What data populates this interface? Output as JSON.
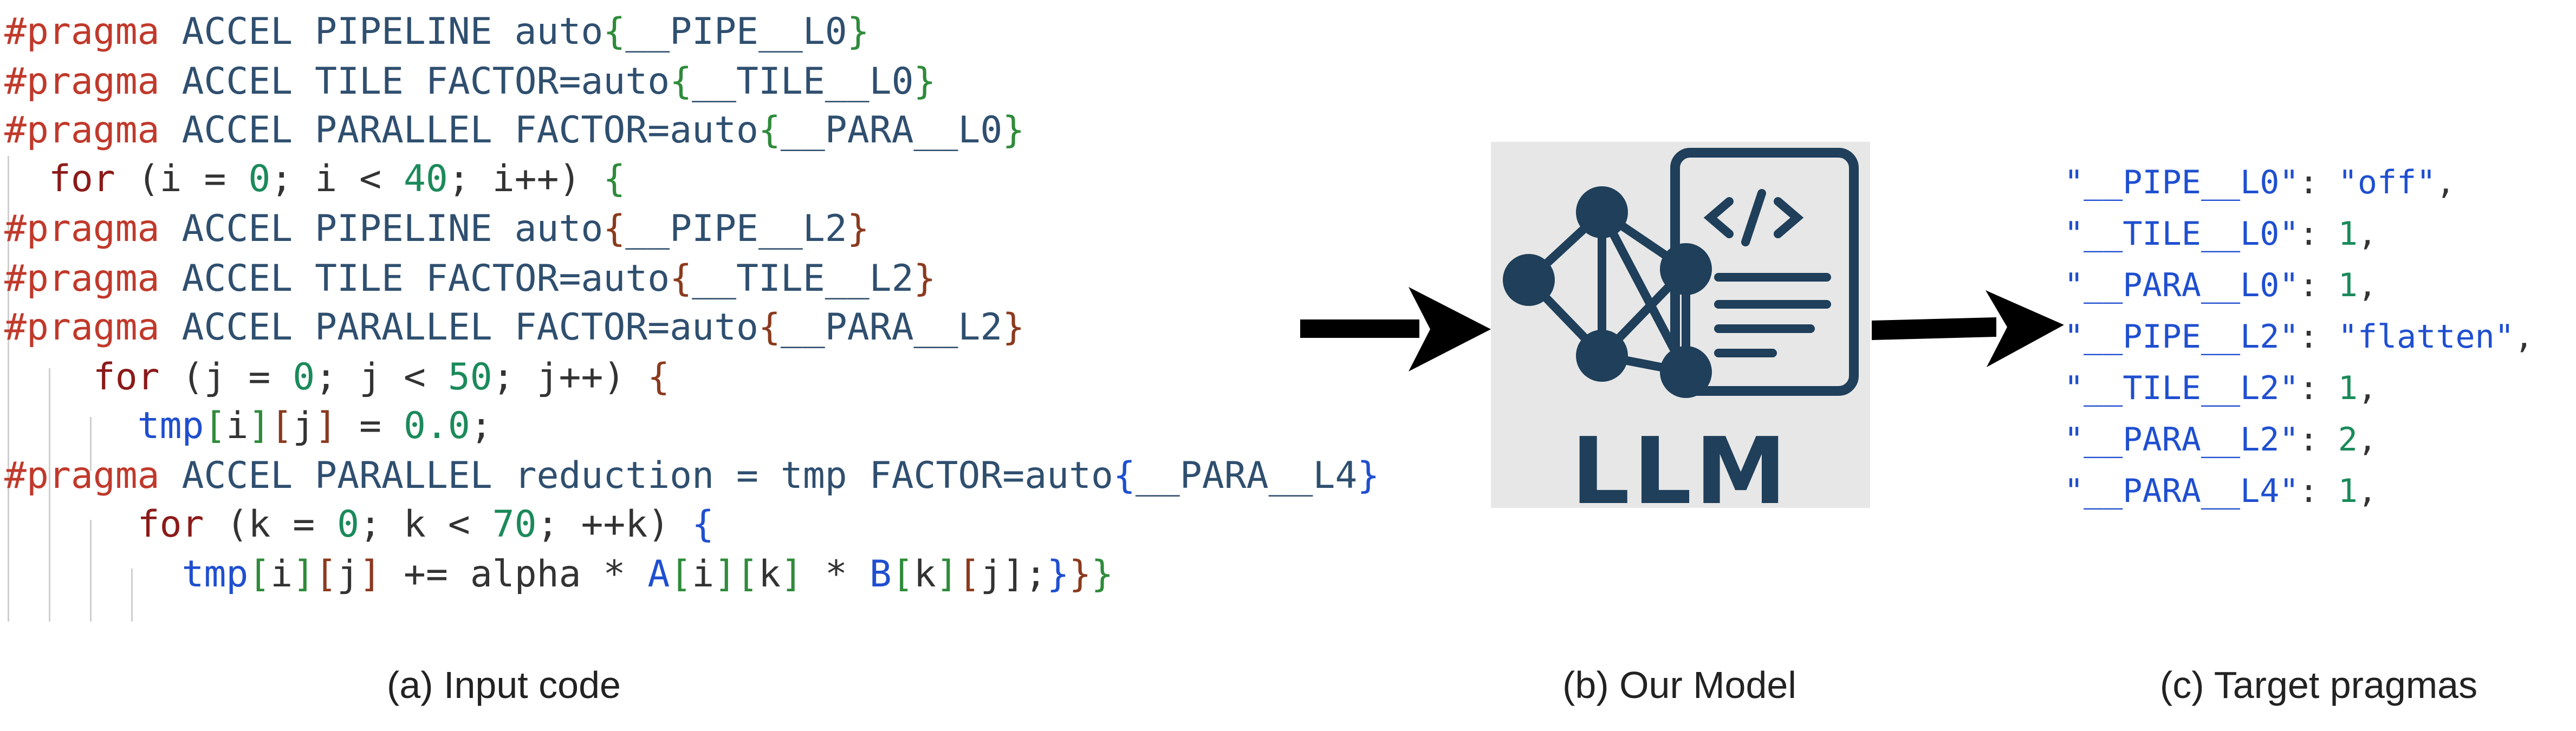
{
  "input_code": {
    "lines": [
      {
        "segments": [
          [
            "#pragma",
            "pragma"
          ],
          [
            " ACCEL PIPELINE auto",
            "text"
          ],
          [
            "{",
            "green"
          ],
          [
            "__PIPE__L0",
            "text"
          ],
          [
            "}",
            "green"
          ]
        ]
      },
      {
        "segments": [
          [
            "#pragma",
            "pragma"
          ],
          [
            " ACCEL TILE FACTOR=auto",
            "text"
          ],
          [
            "{",
            "green"
          ],
          [
            "__TILE__L0",
            "text"
          ],
          [
            "}",
            "green"
          ]
        ]
      },
      {
        "segments": [
          [
            "#pragma",
            "pragma"
          ],
          [
            " ACCEL PARALLEL FACTOR=auto",
            "text"
          ],
          [
            "{",
            "green"
          ],
          [
            "__PARA__L0",
            "text"
          ],
          [
            "}",
            "green"
          ]
        ]
      },
      {
        "segments": [
          [
            "  ",
            "black"
          ],
          [
            "for",
            "for"
          ],
          [
            " (i = ",
            "black"
          ],
          [
            "0",
            "num"
          ],
          [
            "; i < ",
            "black"
          ],
          [
            "40",
            "num"
          ],
          [
            "; i++) ",
            "black"
          ],
          [
            "{",
            "green"
          ]
        ]
      },
      {
        "segments": [
          [
            "#pragma",
            "pragma"
          ],
          [
            " ACCEL PIPELINE auto",
            "text"
          ],
          [
            "{",
            "brown"
          ],
          [
            "__PIPE__L2",
            "text"
          ],
          [
            "}",
            "brown"
          ]
        ]
      },
      {
        "segments": [
          [
            "#pragma",
            "pragma"
          ],
          [
            " ACCEL TILE FACTOR=auto",
            "text"
          ],
          [
            "{",
            "brown"
          ],
          [
            "__TILE__L2",
            "text"
          ],
          [
            "}",
            "brown"
          ]
        ]
      },
      {
        "segments": [
          [
            "#pragma",
            "pragma"
          ],
          [
            " ACCEL PARALLEL FACTOR=auto",
            "text"
          ],
          [
            "{",
            "brown"
          ],
          [
            "__PARA__L2",
            "text"
          ],
          [
            "}",
            "brown"
          ]
        ]
      },
      {
        "segments": [
          [
            "    ",
            "black"
          ],
          [
            "for",
            "for"
          ],
          [
            " (j = ",
            "black"
          ],
          [
            "0",
            "num"
          ],
          [
            "; j < ",
            "black"
          ],
          [
            "50",
            "num"
          ],
          [
            "; j++) ",
            "black"
          ],
          [
            "{",
            "brown"
          ]
        ]
      },
      {
        "segments": [
          [
            "      ",
            "black"
          ],
          [
            "tmp",
            "blue"
          ],
          [
            "[",
            "green"
          ],
          [
            "i",
            "black"
          ],
          [
            "]",
            "green"
          ],
          [
            "[",
            "brown"
          ],
          [
            "j",
            "black"
          ],
          [
            "]",
            "brown"
          ],
          [
            " = ",
            "black"
          ],
          [
            "0.0",
            "num"
          ],
          [
            ";",
            "black"
          ]
        ]
      },
      {
        "segments": [
          [
            "#pragma",
            "pragma"
          ],
          [
            " ACCEL PARALLEL reduction = tmp FACTOR=auto",
            "text"
          ],
          [
            "{",
            "blue"
          ],
          [
            "__PARA__L4",
            "text"
          ],
          [
            "}",
            "blue"
          ]
        ]
      },
      {
        "segments": [
          [
            "      ",
            "black"
          ],
          [
            "for",
            "for"
          ],
          [
            " (k = ",
            "black"
          ],
          [
            "0",
            "num"
          ],
          [
            "; k < ",
            "black"
          ],
          [
            "70",
            "num"
          ],
          [
            "; ++k) ",
            "black"
          ],
          [
            "{",
            "blue"
          ]
        ]
      },
      {
        "segments": [
          [
            "        ",
            "black"
          ],
          [
            "tmp",
            "blue"
          ],
          [
            "[",
            "green"
          ],
          [
            "i",
            "black"
          ],
          [
            "]",
            "green"
          ],
          [
            "[",
            "brown"
          ],
          [
            "j",
            "black"
          ],
          [
            "]",
            "brown"
          ],
          [
            " += alpha * ",
            "black"
          ],
          [
            "A",
            "blue"
          ],
          [
            "[",
            "green"
          ],
          [
            "i",
            "black"
          ],
          [
            "]",
            "green"
          ],
          [
            "[",
            "green"
          ],
          [
            "k",
            "black"
          ],
          [
            "]",
            "green"
          ],
          [
            " * ",
            "black"
          ],
          [
            "B",
            "blue"
          ],
          [
            "[",
            "green"
          ],
          [
            "k",
            "black"
          ],
          [
            "]",
            "green"
          ],
          [
            "[",
            "brown"
          ],
          [
            "j",
            "black"
          ],
          [
            "];",
            "black"
          ],
          [
            "}",
            "blue"
          ],
          [
            "}",
            "brown"
          ],
          [
            "}",
            "green"
          ]
        ]
      }
    ]
  },
  "model": {
    "label": "LLM",
    "icon": "neural-network-document-icon"
  },
  "target_pragmas": [
    {
      "key": "\"__PIPE__L0\"",
      "value": "\"off\"",
      "type": "str"
    },
    {
      "key": "\"__TILE__L0\"",
      "value": "1",
      "type": "num"
    },
    {
      "key": "\"__PARA__L0\"",
      "value": "1",
      "type": "num"
    },
    {
      "key": "\"__PIPE__L2\"",
      "value": "\"flatten\"",
      "type": "str"
    },
    {
      "key": "\"__TILE__L2\"",
      "value": "1",
      "type": "num"
    },
    {
      "key": "\"__PARA__L2\"",
      "value": "2",
      "type": "num"
    },
    {
      "key": "\"__PARA__L4\"",
      "value": "1",
      "type": "num"
    }
  ],
  "captions": {
    "input": "(a) Input code",
    "model": "(b) Our Model",
    "target": "(c) Target pragmas"
  },
  "colors": {
    "pragma": "#c0392b",
    "text": "#2f4f6f",
    "green": "#2e8b3a",
    "brown": "#8b3a1e",
    "blue": "#1f4fd0",
    "num": "#1b8a5a",
    "model_icon": "#1f3f5a",
    "model_bg": "#e7e7e7"
  }
}
